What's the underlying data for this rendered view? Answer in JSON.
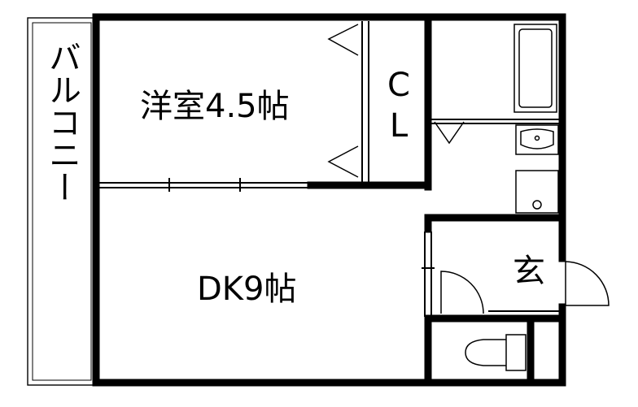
{
  "colors": {
    "wall": "#000000",
    "line": "#000000",
    "background": "#ffffff"
  },
  "rooms": {
    "western_room": {
      "label": "洋室4.5帖"
    },
    "closet": {
      "label_top": "C",
      "label_bottom": "L"
    },
    "dk": {
      "label": "DK9帖"
    },
    "entrance": {
      "label": "玄"
    },
    "balcony": {
      "label": "バルコニー"
    }
  },
  "fixtures": [
    "bathtub-icon",
    "washbasin-icon",
    "washing-machine-icon",
    "toilet-icon"
  ]
}
